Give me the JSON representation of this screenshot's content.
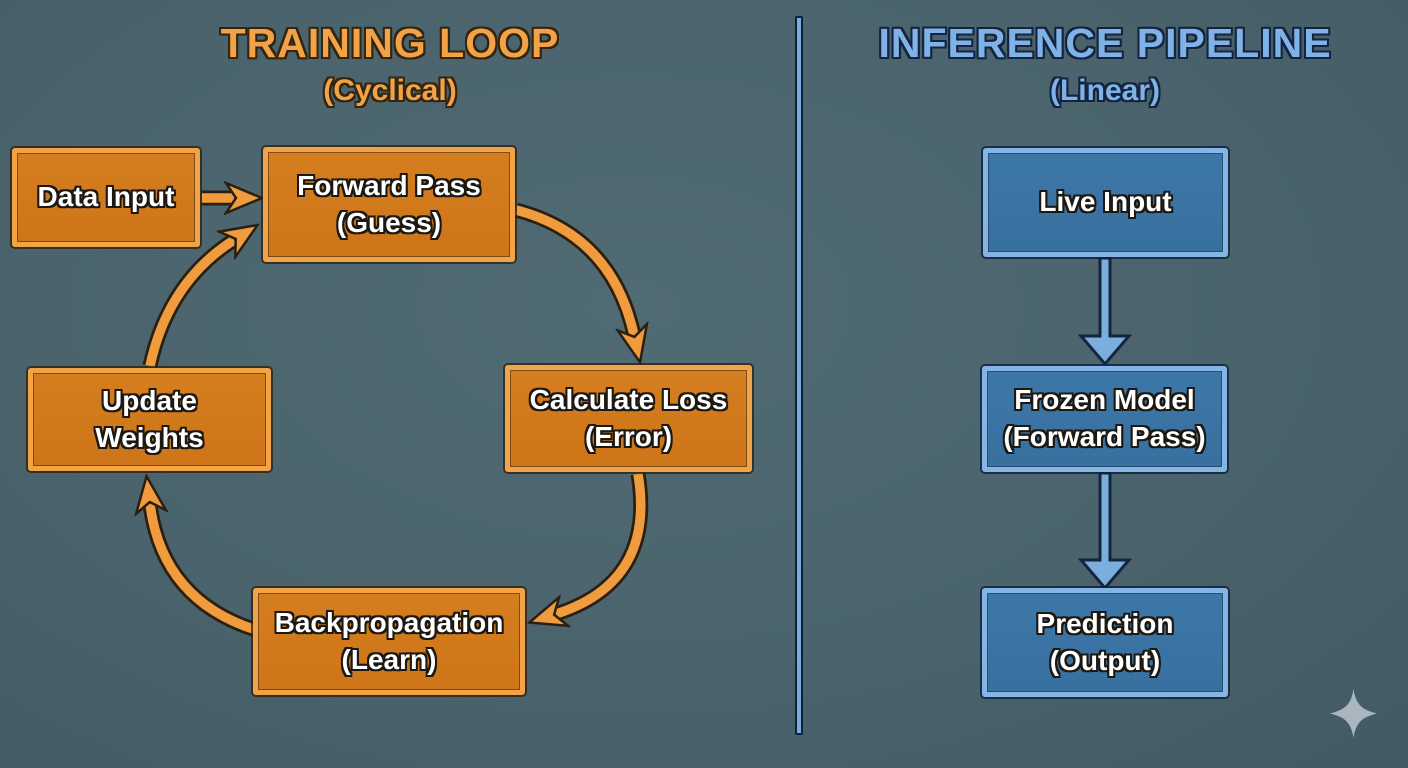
{
  "canvas": {
    "background_color": "#4a636c",
    "divider_color": "#7da9dc"
  },
  "training": {
    "title": "TRAINING LOOP",
    "subtitle": "(Cyclical)",
    "title_color": "#f2a348",
    "box_fill_color": "#d07a1d",
    "box_border_color": "#f2a348",
    "arrow_color": "#f09c3e",
    "nodes": [
      {
        "id": "data-input",
        "line1": "Data Input",
        "line2": ""
      },
      {
        "id": "forward-pass",
        "line1": "Forward Pass",
        "line2": "(Guess)"
      },
      {
        "id": "calculate-loss",
        "line1": "Calculate Loss",
        "line2": "(Error)"
      },
      {
        "id": "backpropagation",
        "line1": "Backpropagation",
        "line2": "(Learn)"
      },
      {
        "id": "update-weights",
        "line1": "Update",
        "line2": "Weights"
      }
    ]
  },
  "inference": {
    "title": "INFERENCE PIPELINE",
    "subtitle": "(Linear)",
    "title_color": "#7fb2e6",
    "box_fill_color": "#3b74a6",
    "box_border_color": "#84b5e5",
    "arrow_color": "#7aaede",
    "nodes": [
      {
        "id": "live-input",
        "line1": "Live Input",
        "line2": ""
      },
      {
        "id": "frozen-model",
        "line1": "Frozen Model",
        "line2": "(Forward Pass)"
      },
      {
        "id": "prediction",
        "line1": "Prediction",
        "line2": "(Output)"
      }
    ]
  },
  "decor": {
    "sparkle_icon": "four-point-sparkle",
    "sparkle_color": "#a9b6bd"
  }
}
